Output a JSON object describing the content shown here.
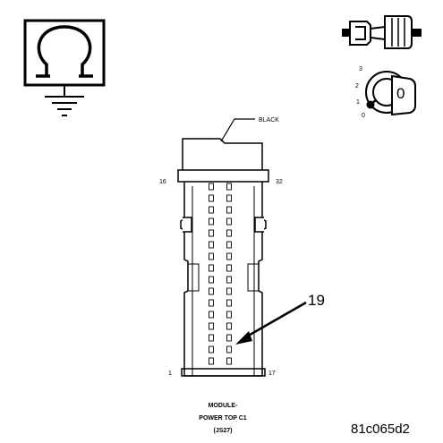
{
  "icons": {
    "ohmmeter": "ohmmeter-symbol-icon",
    "connector_probe": "test-lead-probe-icon",
    "ignition": "ignition-switch-key-icon"
  },
  "ignition_positions": [
    "3",
    "2",
    "1",
    "0"
  ],
  "ignition_key_label": "0",
  "connector": {
    "color_label": "BLACK",
    "pin_top_left": "16",
    "pin_top_right": "32",
    "pin_bottom_left": "1",
    "pin_bottom_right": "17",
    "callout_pin": "19"
  },
  "caption": {
    "line1": "MODULE-",
    "line2": "POWER TOP C1",
    "line3": "(JS27)"
  },
  "figure_id": "81c065d2"
}
